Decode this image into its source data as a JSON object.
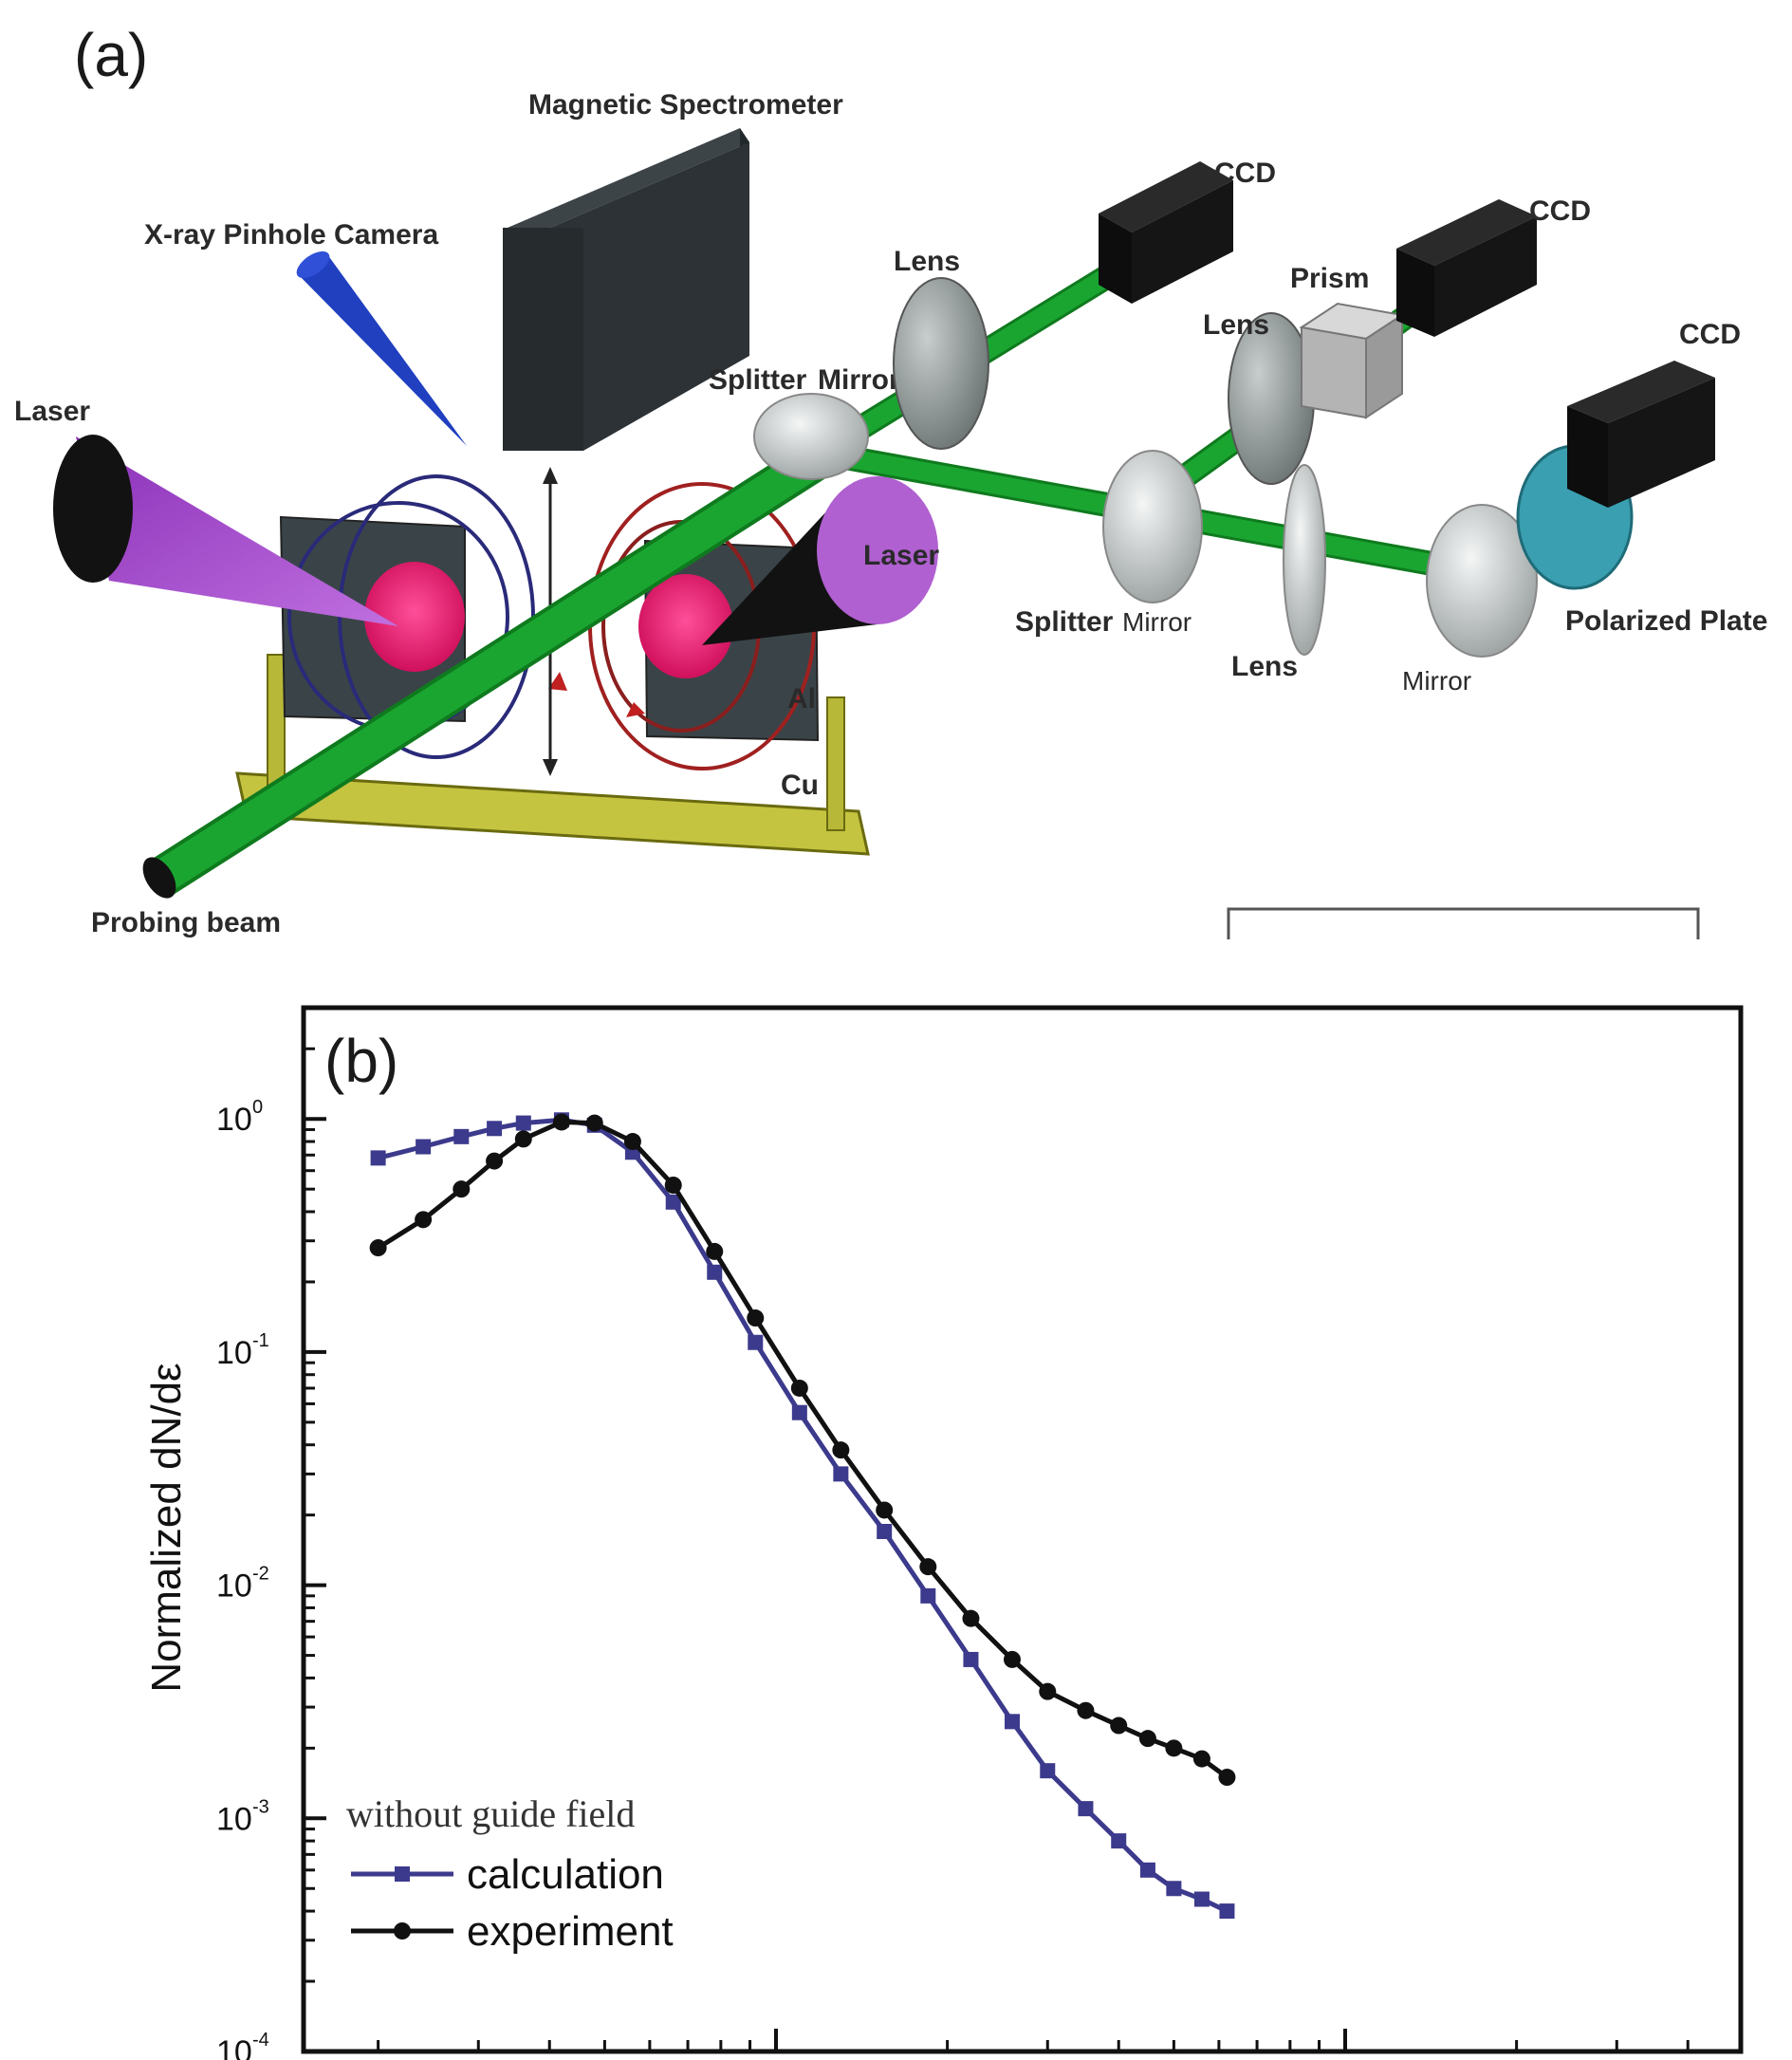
{
  "panel_a": {
    "letter": "(a)",
    "labels": {
      "magnetic_spectrometer": "Magnetic Spectrometer",
      "xray_camera": "X-ray Pinhole Camera",
      "laser_left": "Laser",
      "laser_right": "Laser",
      "splitter_mirror_top_1": "Splitter",
      "splitter_mirror_top_2": "Mirror",
      "splitter_mirror_bottom_1": "Splitter",
      "splitter_mirror_bottom_2": "Mirror",
      "lens_1": "Lens",
      "lens_2": "Lens",
      "lens_3": "Lens",
      "prism": "Prism",
      "ccd_1": "CCD",
      "ccd_2": "CCD",
      "ccd_3": "CCD",
      "polarized_plate": "Polarized Plate",
      "mirror": "Mirror",
      "al": "Al",
      "cu": "Cu",
      "probing_beam": "Probing beam"
    },
    "colors": {
      "beam": "#1aa531",
      "laser_left": "#a040c8",
      "laser_right": "#b060d0",
      "target": "#e0206e",
      "spectrometer": "#2c3236",
      "stand": "#b8b838",
      "xray": "#2040c0",
      "polarizer": "#3a9fb0"
    }
  },
  "panel_b": {
    "letter": "(b)",
    "chart_data": {
      "type": "scatter",
      "ylabel": "Normalized dN/dε",
      "yscale": "log",
      "ylim": [
        0.0001,
        3.0
      ],
      "xscale": "log",
      "y_ticks": [
        {
          "base": "10",
          "exp": "0",
          "value": 1
        },
        {
          "base": "10",
          "exp": "-1",
          "value": 0.1
        },
        {
          "base": "10",
          "exp": "-2",
          "value": 0.01
        },
        {
          "base": "10",
          "exp": "-3",
          "value": 0.001
        },
        {
          "base": "10",
          "exp": "-4",
          "value": 0.0001
        }
      ],
      "legend": {
        "title": "without guide field",
        "position": "bottom-left",
        "entries": [
          {
            "label": "calculation",
            "color": "#3c3a8c",
            "marker": "square"
          },
          {
            "label": "experiment",
            "color": "#111111",
            "marker": "circle"
          }
        ]
      },
      "series": [
        {
          "name": "calculation",
          "color": "#3c3a8c",
          "points": [
            [
              0.2,
              0.68
            ],
            [
              0.24,
              0.76
            ],
            [
              0.28,
              0.84
            ],
            [
              0.32,
              0.91
            ],
            [
              0.36,
              0.96
            ],
            [
              0.42,
              0.99
            ],
            [
              0.48,
              0.94
            ],
            [
              0.56,
              0.72
            ],
            [
              0.66,
              0.44
            ],
            [
              0.78,
              0.22
            ],
            [
              0.92,
              0.11
            ],
            [
              1.1,
              0.055
            ],
            [
              1.3,
              0.03
            ],
            [
              1.55,
              0.017
            ],
            [
              1.85,
              0.009
            ],
            [
              2.2,
              0.0048
            ],
            [
              2.6,
              0.0026
            ],
            [
              3.0,
              0.0016
            ],
            [
              3.5,
              0.0011
            ],
            [
              4.0,
              0.0008
            ],
            [
              4.5,
              0.0006
            ],
            [
              5.0,
              0.0005
            ],
            [
              5.6,
              0.00045
            ],
            [
              6.2,
              0.0004
            ]
          ]
        },
        {
          "name": "experiment",
          "color": "#111111",
          "points": [
            [
              0.2,
              0.28
            ],
            [
              0.24,
              0.37
            ],
            [
              0.28,
              0.5
            ],
            [
              0.32,
              0.66
            ],
            [
              0.36,
              0.82
            ],
            [
              0.42,
              0.97
            ],
            [
              0.48,
              0.96
            ],
            [
              0.56,
              0.8
            ],
            [
              0.66,
              0.52
            ],
            [
              0.78,
              0.27
            ],
            [
              0.92,
              0.14
            ],
            [
              1.1,
              0.07
            ],
            [
              1.3,
              0.038
            ],
            [
              1.55,
              0.021
            ],
            [
              1.85,
              0.012
            ],
            [
              2.2,
              0.0072
            ],
            [
              2.6,
              0.0048
            ],
            [
              3.0,
              0.0035
            ],
            [
              3.5,
              0.0029
            ],
            [
              4.0,
              0.0025
            ],
            [
              4.5,
              0.0022
            ],
            [
              5.0,
              0.002
            ],
            [
              5.6,
              0.0018
            ],
            [
              6.2,
              0.0015
            ]
          ]
        }
      ]
    }
  }
}
